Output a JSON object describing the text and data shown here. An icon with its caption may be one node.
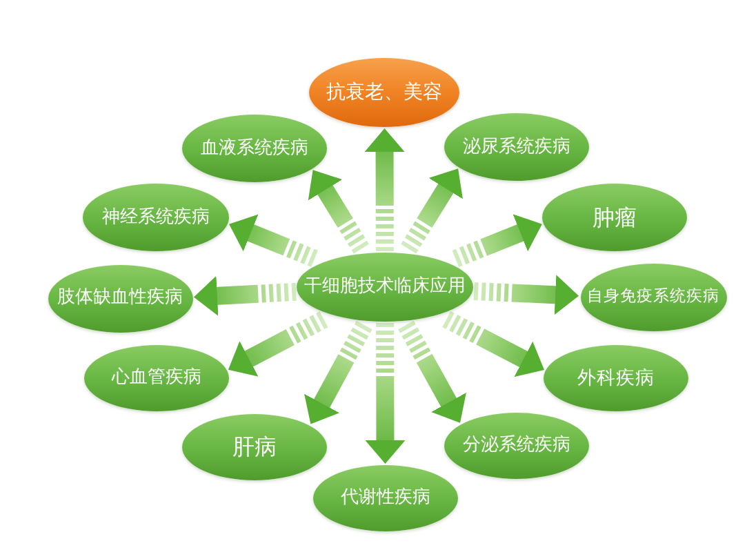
{
  "diagram": {
    "nodes": [
      {
        "text": [
          "抗衰老、美容"
        ]
      },
      {
        "text": [
          "血液系统疾病"
        ]
      },
      {
        "text": [
          "泌尿系统疾病"
        ]
      },
      {
        "text": [
          "神经系统疾病"
        ]
      },
      {
        "text": [
          "肿瘤"
        ]
      },
      {
        "text": [
          "肢体缺血性疾病"
        ]
      },
      {
        "text": [
          "干细胞技术临床应用"
        ]
      },
      {
        "text": [
          "自身免疫系统疾病"
        ]
      },
      {
        "text": [
          "心血管疾病"
        ]
      },
      {
        "text": [
          "外科疾病"
        ]
      },
      {
        "text": [
          "肝病"
        ]
      },
      {
        "text": [
          "分泌系统疾病"
        ]
      },
      {
        "text": [
          "代谢性疾病"
        ]
      }
    ],
    "edges": [
      {
        "from": 6,
        "to": 0,
        "arrow": "to"
      },
      {
        "from": 6,
        "to": 1,
        "arrow": "to"
      },
      {
        "from": 6,
        "to": 2,
        "arrow": "to"
      },
      {
        "from": 6,
        "to": 3,
        "arrow": "to"
      },
      {
        "from": 6,
        "to": 4,
        "arrow": "to"
      },
      {
        "from": 6,
        "to": 5,
        "arrow": "to"
      },
      {
        "from": 6,
        "to": 7,
        "arrow": "to"
      },
      {
        "from": 6,
        "to": 8,
        "arrow": "to"
      },
      {
        "from": 6,
        "to": 9,
        "arrow": "to"
      },
      {
        "from": 6,
        "to": 10,
        "arrow": "to"
      },
      {
        "from": 6,
        "to": 11,
        "arrow": "to"
      },
      {
        "from": 6,
        "to": 12,
        "arrow": "to"
      }
    ]
  }
}
